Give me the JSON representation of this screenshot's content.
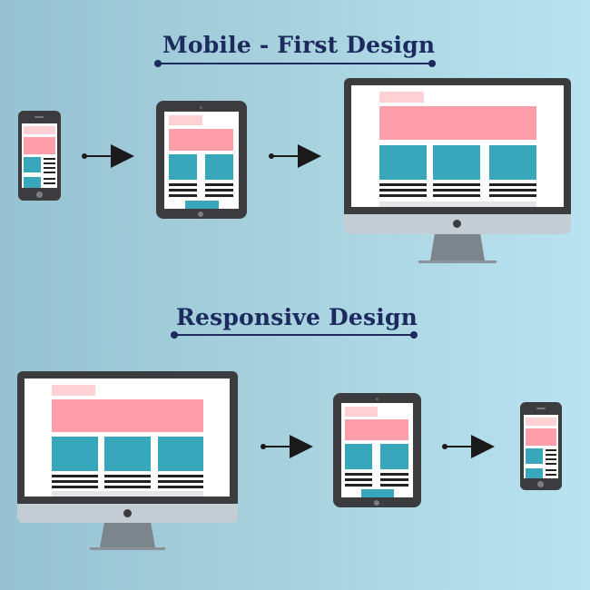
{
  "sections": [
    {
      "title": "Mobile - First Design",
      "sequence": [
        "phone",
        "tablet",
        "desktop"
      ]
    },
    {
      "title": "Responsive Design",
      "sequence": [
        "desktop",
        "tablet",
        "phone"
      ]
    }
  ],
  "icons": {
    "arrow": "right-arrow-icon",
    "phone": "smartphone-icon",
    "tablet": "tablet-icon",
    "desktop": "desktop-monitor-icon"
  },
  "colors": {
    "title": "#1c2a5e",
    "device_frame": "#3c3c3e",
    "header_block_light": "#ffd1d5",
    "banner_block": "#ff9eab",
    "content_block": "#38a6bb",
    "text_line": "#222222",
    "monitor_chin": "#c4ccd4",
    "monitor_stand": "#7c848c",
    "background_left": "#97c2d3",
    "background_right": "#b9e3f0"
  }
}
